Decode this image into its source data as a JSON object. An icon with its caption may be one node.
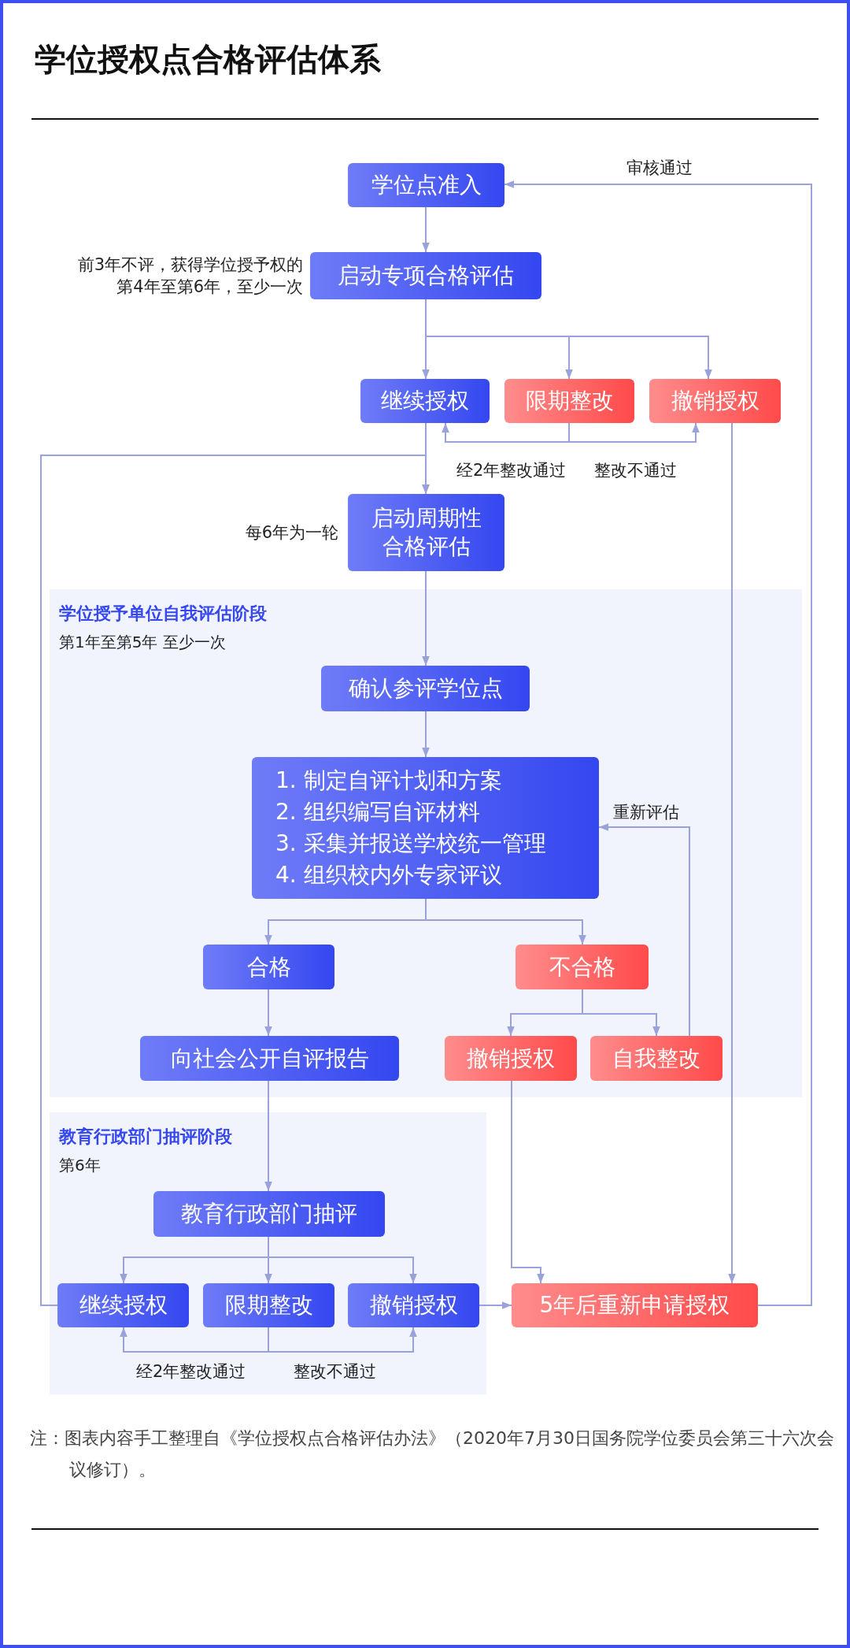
{
  "diagram": {
    "title": "学位授权点合格评估体系",
    "caption": "注：图表内容手工整理自《学位授权点合格评估办法》（2020年7月30日国务院学位委员会第三十六次会议修订）。",
    "nodes": [
      {
        "text": [
          "学位点准入"
        ]
      },
      {
        "text": [
          "启动专项合格评估"
        ],
        "beside": [
          "前3年不评，获得学位授予权的第4年至第6年，至少一次"
        ]
      },
      {
        "text": [
          "继续授权"
        ]
      },
      {
        "text": [
          "限期整改"
        ]
      },
      {
        "text": [
          "撤销授权"
        ]
      },
      {
        "text": [
          "启动周期性合格评估"
        ],
        "beside": [
          "每6年为一轮"
        ]
      },
      {
        "text": [
          "学位授予单位自我评估阶段",
          "第1年至第5年 至少一次"
        ]
      },
      {
        "text": [
          "确认参评学位点"
        ],
        "in": 6
      },
      {
        "text": [
          "1. 制定自评计划和方案",
          "2. 组织编写自评材料",
          "3. 采集并报送学校统一管理",
          "4. 组织校内外专家评议"
        ],
        "in": 6
      },
      {
        "text": [
          "合格"
        ],
        "in": 6
      },
      {
        "text": [
          "不合格"
        ],
        "in": 6
      },
      {
        "text": [
          "向社会公开自评报告"
        ],
        "in": 6
      },
      {
        "text": [
          "撤销授权"
        ],
        "in": 6
      },
      {
        "text": [
          "自我整改"
        ],
        "in": 6
      },
      {
        "text": [
          "教育行政部门抽评阶段",
          "第6年"
        ]
      },
      {
        "text": [
          "教育行政部门抽评"
        ],
        "in": 14
      },
      {
        "text": [
          "继续授权"
        ],
        "in": 14
      },
      {
        "text": [
          "限期整改"
        ],
        "in": 14
      },
      {
        "text": [
          "撤销授权"
        ],
        "in": 14
      },
      {
        "text": [
          "5年后重新申请授权"
        ]
      }
    ],
    "edges": [
      {
        "from": 0,
        "to": 1,
        "arrow": "to"
      },
      {
        "from": 1,
        "to": 2,
        "arrow": "to"
      },
      {
        "from": 1,
        "to": 3,
        "arrow": "to"
      },
      {
        "from": 1,
        "to": 4,
        "arrow": "to"
      },
      {
        "from": 3,
        "to": 2,
        "arrow": "to",
        "label": "经2年整改通过"
      },
      {
        "from": 3,
        "to": 4,
        "arrow": "to",
        "label": "整改不通过"
      },
      {
        "from": 2,
        "to": 5,
        "arrow": "to"
      },
      {
        "from": 4,
        "to": 19,
        "arrow": "to"
      },
      {
        "from": 5,
        "to": 7,
        "arrow": "to"
      },
      {
        "from": 7,
        "to": 8,
        "arrow": "to"
      },
      {
        "from": 8,
        "to": 9,
        "arrow": "to"
      },
      {
        "from": 8,
        "to": 10,
        "arrow": "to"
      },
      {
        "from": 10,
        "to": 12,
        "arrow": "to"
      },
      {
        "from": 10,
        "to": 13,
        "arrow": "to"
      },
      {
        "from": 13,
        "to": 8,
        "arrow": "to",
        "label": "重新评估"
      },
      {
        "from": 9,
        "to": 11,
        "arrow": "to"
      },
      {
        "from": 11,
        "to": 15,
        "arrow": "to"
      },
      {
        "from": 15,
        "to": 16,
        "arrow": "to"
      },
      {
        "from": 15,
        "to": 17,
        "arrow": "to"
      },
      {
        "from": 15,
        "to": 18,
        "arrow": "to"
      },
      {
        "from": 17,
        "to": 16,
        "arrow": "to",
        "label": "经2年整改通过"
      },
      {
        "from": 17,
        "to": 18,
        "arrow": "to",
        "label": "整改不通过"
      },
      {
        "from": 12,
        "to": 19,
        "arrow": "to"
      },
      {
        "from": 18,
        "to": 19,
        "arrow": "to"
      },
      {
        "from": 19,
        "to": 0,
        "arrow": "to",
        "label": "审核通过"
      },
      {
        "from": 16,
        "to": 5,
        "arrow": "to"
      }
    ]
  }
}
